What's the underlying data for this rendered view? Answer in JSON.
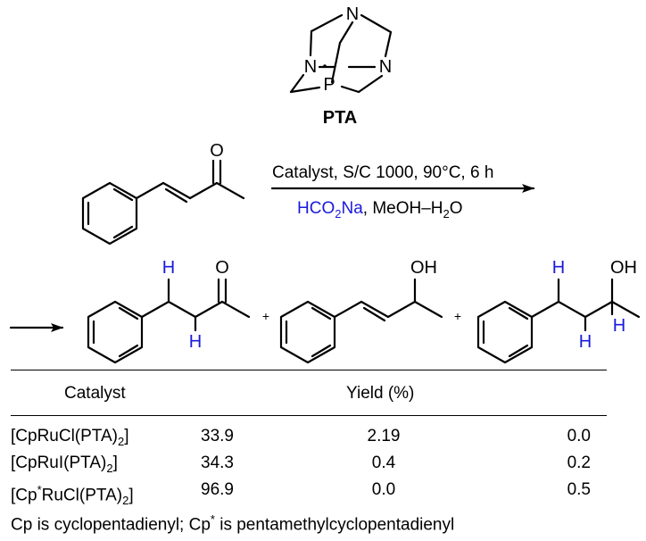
{
  "pta": {
    "label": "PTA",
    "atoms": {
      "n_top": "N",
      "n_left": "N",
      "n_right": "N",
      "p": "P"
    }
  },
  "reaction": {
    "conditions_line1": "Catalyst, S/C 1000, 90°C, 6 h",
    "conditions_line2_reagent": "HCO",
    "conditions_line2_sub": "2",
    "conditions_line2_reagent_end": "Na",
    "conditions_line2_rest": ", MeOH–H",
    "conditions_line2_rest_sub": "2",
    "conditions_line2_rest_end": "O",
    "reagent_color": "#1a1adc",
    "plus": "+"
  },
  "labels": {
    "ketone_o": "O",
    "prod1_o": "O",
    "prod1_h_top": "H",
    "prod1_h_bottom": "H",
    "prod2_oh": "OH",
    "prod3_h_top": "H",
    "prod3_oh": "OH",
    "prod3_h_bottom_left": "H",
    "prod3_h_bottom_right": "H",
    "h_color": "#1a1adc"
  },
  "table": {
    "header_catalyst": "Catalyst",
    "header_yield": "Yield (%)",
    "rows": [
      {
        "cat_pre": "[CpRuCl(PTA)",
        "cat_sub": "2",
        "cat_post": "]",
        "y1": "33.9",
        "y2": "2.19",
        "y3": "0.0"
      },
      {
        "cat_pre": "[CpRuI(PTA)",
        "cat_sub": "2",
        "cat_post": "]",
        "y1": "34.3",
        "y2": "0.4",
        "y3": "0.2"
      },
      {
        "cat_pre": "[Cp",
        "cat_sup": "*",
        "cat_mid": "RuCl(PTA)",
        "cat_sub": "2",
        "cat_post": "]",
        "y1": "96.9",
        "y2": "0.0",
        "y3": "0.5"
      }
    ]
  },
  "footnote": {
    "part1": "Cp is cyclopentadienyl; Cp",
    "sup": "*",
    "part2": " is pentamethylcyclopentadienyl"
  }
}
